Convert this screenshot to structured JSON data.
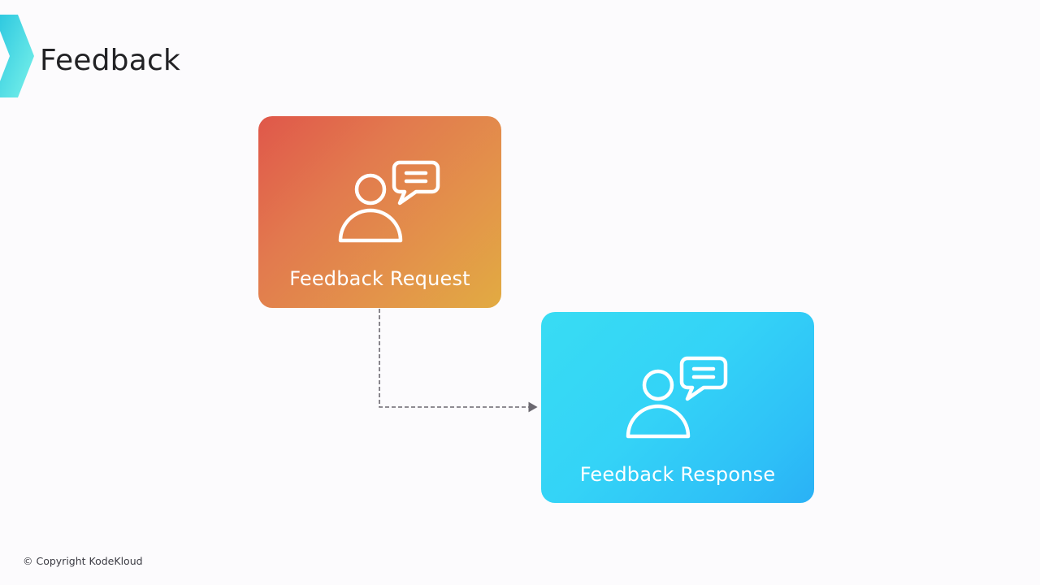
{
  "header": {
    "title": "Feedback",
    "logo_icon": "chevron-right-icon",
    "logo_colors": [
      "#37d6e6",
      "#6ef0e9"
    ]
  },
  "diagram": {
    "nodes": [
      {
        "id": "request",
        "label": "Feedback Request",
        "icon": "person-speech-bubble-icon",
        "gradient": [
          "#e0574a",
          "#e2ab42"
        ]
      },
      {
        "id": "response",
        "label": "Feedback Response",
        "icon": "person-speech-bubble-icon",
        "gradient": [
          "#38dcf3",
          "#2ab1f6"
        ]
      }
    ],
    "edges": [
      {
        "from": "request",
        "to": "response",
        "style": "dashed",
        "color": "#6b6870"
      }
    ]
  },
  "footer": {
    "copyright": "© Copyright KodeKloud"
  }
}
